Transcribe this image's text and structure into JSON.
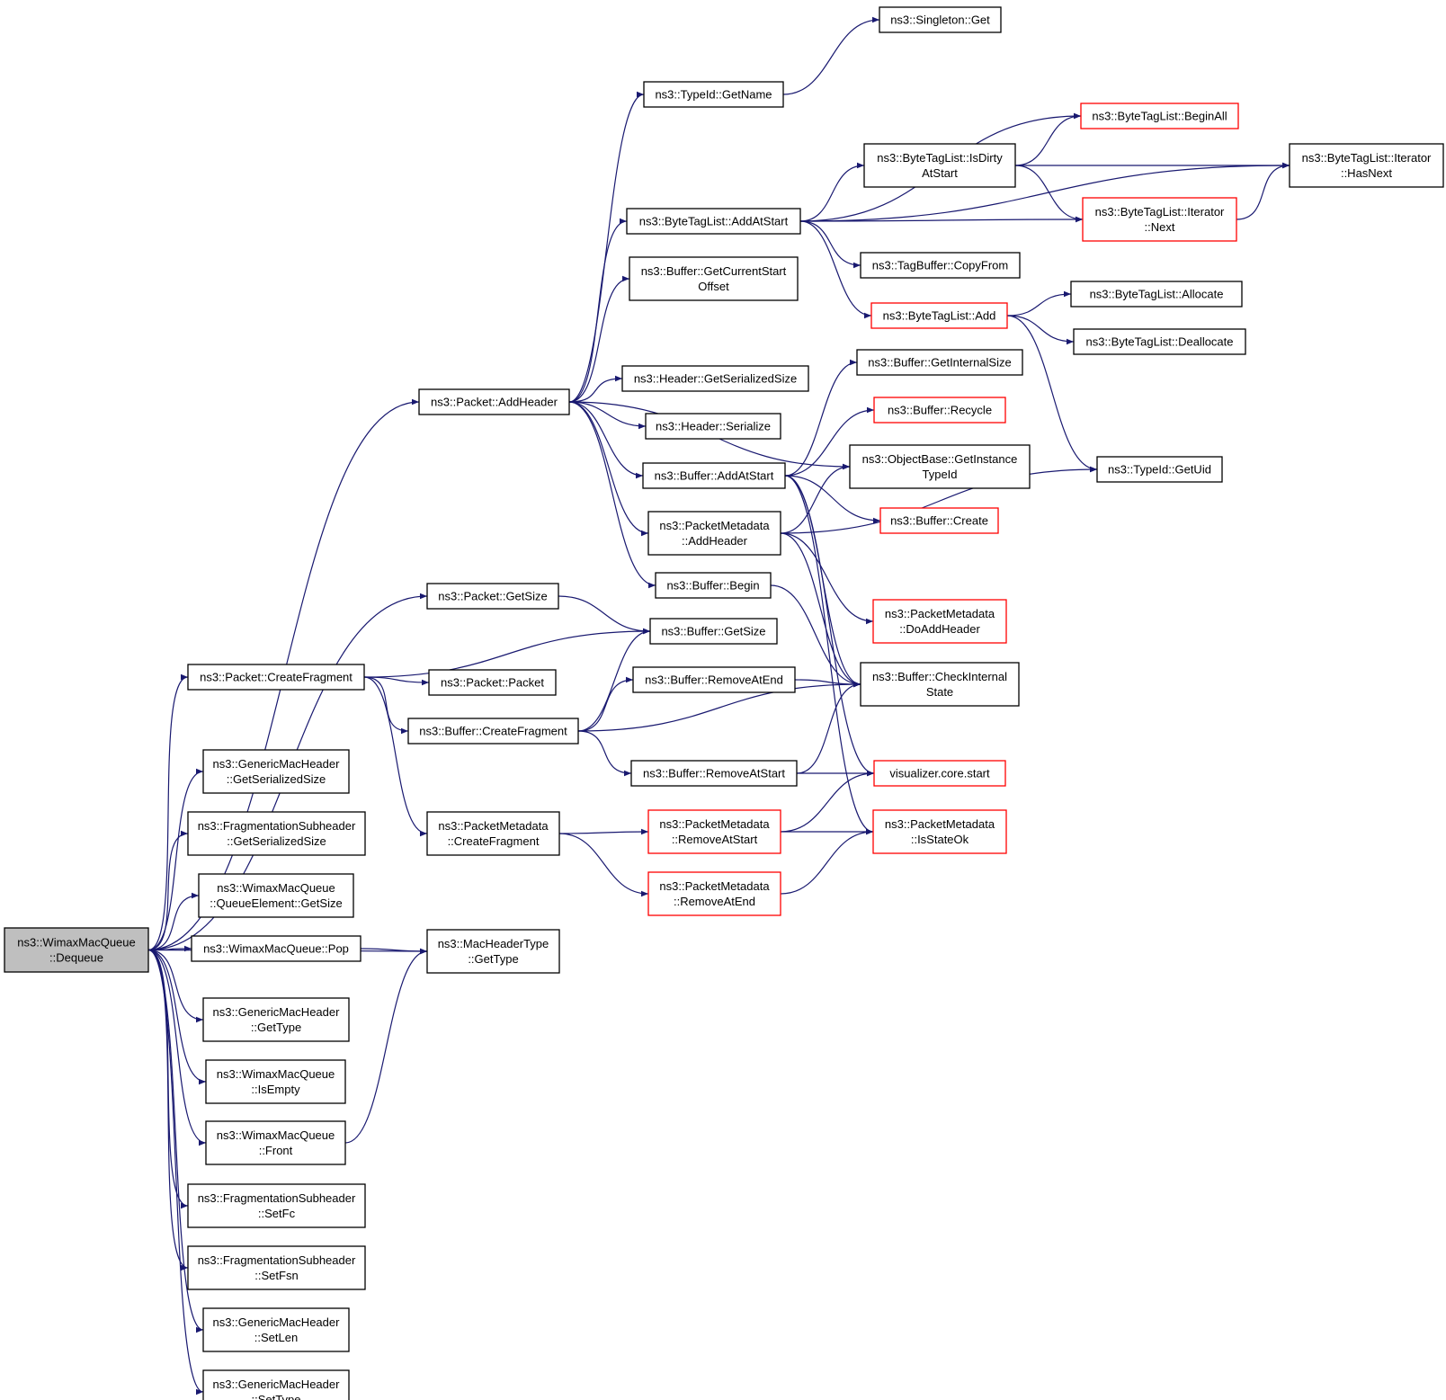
{
  "graph": {
    "edge_color": "#191970",
    "truncated_border_color": "#ff0000",
    "root_fill": "#bfbfbf",
    "nodes": {
      "dequeue": {
        "lines": [
          "ns3::WimaxMacQueue",
          "::Dequeue"
        ],
        "root": true
      },
      "pkt_addheader": {
        "lines": [
          "ns3::Packet::AddHeader"
        ]
      },
      "pkt_getsize": {
        "lines": [
          "ns3::Packet::GetSize"
        ]
      },
      "pkt_createfrag": {
        "lines": [
          "ns3::Packet::CreateFragment"
        ]
      },
      "gmh_getser": {
        "lines": [
          "ns3::GenericMacHeader",
          "::GetSerializedSize"
        ]
      },
      "fsh_getser": {
        "lines": [
          "ns3::FragmentationSubheader",
          "::GetSerializedSize"
        ]
      },
      "qe_getsize": {
        "lines": [
          "ns3::WimaxMacQueue",
          "::QueueElement::GetSize"
        ]
      },
      "wmq_pop": {
        "lines": [
          "ns3::WimaxMacQueue::Pop"
        ]
      },
      "gmh_gettype": {
        "lines": [
          "ns3::GenericMacHeader",
          "::GetType"
        ]
      },
      "wmq_isempty": {
        "lines": [
          "ns3::WimaxMacQueue",
          "::IsEmpty"
        ]
      },
      "wmq_front": {
        "lines": [
          "ns3::WimaxMacQueue",
          "::Front"
        ]
      },
      "fsh_setfc": {
        "lines": [
          "ns3::FragmentationSubheader",
          "::SetFc"
        ]
      },
      "fsh_setfsn": {
        "lines": [
          "ns3::FragmentationSubheader",
          "::SetFsn"
        ]
      },
      "gmh_setlen": {
        "lines": [
          "ns3::GenericMacHeader",
          "::SetLen"
        ]
      },
      "gmh_settype": {
        "lines": [
          "ns3::GenericMacHeader",
          "::SetType"
        ]
      },
      "pkt_packet": {
        "lines": [
          "ns3::Packet::Packet"
        ]
      },
      "buf_createfrag": {
        "lines": [
          "ns3::Buffer::CreateFragment"
        ]
      },
      "pm_createfrag": {
        "lines": [
          "ns3::PacketMetadata",
          "::CreateFragment"
        ]
      },
      "mht_gettype": {
        "lines": [
          "ns3::MacHeaderType",
          "::GetType"
        ]
      },
      "typeid_getname": {
        "lines": [
          "ns3::TypeId::GetName"
        ]
      },
      "btl_addatstart": {
        "lines": [
          "ns3::ByteTagList::AddAtStart"
        ]
      },
      "buf_getcso": {
        "lines": [
          "ns3::Buffer::GetCurrentStart",
          "Offset"
        ]
      },
      "hdr_getser": {
        "lines": [
          "ns3::Header::GetSerializedSize"
        ]
      },
      "hdr_serialize": {
        "lines": [
          "ns3::Header::Serialize"
        ]
      },
      "buf_addatstart": {
        "lines": [
          "ns3::Buffer::AddAtStart"
        ]
      },
      "pm_addheader": {
        "lines": [
          "ns3::PacketMetadata",
          "::AddHeader"
        ]
      },
      "buf_begin": {
        "lines": [
          "ns3::Buffer::Begin"
        ]
      },
      "buf_getsize": {
        "lines": [
          "ns3::Buffer::GetSize"
        ]
      },
      "buf_removeatend": {
        "lines": [
          "ns3::Buffer::RemoveAtEnd"
        ]
      },
      "buf_removeatstart": {
        "lines": [
          "ns3::Buffer::RemoveAtStart"
        ]
      },
      "pm_removeatstart": {
        "lines": [
          "ns3::PacketMetadata",
          "::RemoveAtStart"
        ],
        "truncated": true
      },
      "pm_removeatend": {
        "lines": [
          "ns3::PacketMetadata",
          "::RemoveAtEnd"
        ],
        "truncated": true
      },
      "singleton_get": {
        "lines": [
          "ns3::Singleton::Get"
        ]
      },
      "btl_isdirty": {
        "lines": [
          "ns3::ByteTagList::IsDirty",
          "AtStart"
        ]
      },
      "tagbuf_copyfrom": {
        "lines": [
          "ns3::TagBuffer::CopyFrom"
        ]
      },
      "btl_add": {
        "lines": [
          "ns3::ByteTagList::Add"
        ],
        "truncated": true
      },
      "buf_getinternalsize": {
        "lines": [
          "ns3::Buffer::GetInternalSize"
        ]
      },
      "buf_recycle": {
        "lines": [
          "ns3::Buffer::Recycle"
        ],
        "truncated": true
      },
      "ob_getinstancetypeid": {
        "lines": [
          "ns3::ObjectBase::GetInstance",
          "TypeId"
        ]
      },
      "buf_create": {
        "lines": [
          "ns3::Buffer::Create"
        ],
        "truncated": true
      },
      "pm_doaddheader": {
        "lines": [
          "ns3::PacketMetadata",
          "::DoAddHeader"
        ],
        "truncated": true
      },
      "buf_checkinternal": {
        "lines": [
          "ns3::Buffer::CheckInternal",
          "State"
        ]
      },
      "vis_start": {
        "lines": [
          "visualizer.core.start"
        ],
        "truncated": true
      },
      "pm_isstateok": {
        "lines": [
          "ns3::PacketMetadata",
          "::IsStateOk"
        ],
        "truncated": true
      },
      "btl_beginall": {
        "lines": [
          "ns3::ByteTagList::BeginAll"
        ],
        "truncated": true
      },
      "btl_iter_next": {
        "lines": [
          "ns3::ByteTagList::Iterator",
          "::Next"
        ],
        "truncated": true
      },
      "btl_allocate": {
        "lines": [
          "ns3::ByteTagList::Allocate"
        ]
      },
      "btl_deallocate": {
        "lines": [
          "ns3::ByteTagList::Deallocate"
        ]
      },
      "typeid_getuid": {
        "lines": [
          "ns3::TypeId::GetUid"
        ]
      },
      "btl_iter_hasnext": {
        "lines": [
          "ns3::ByteTagList::Iterator",
          "::HasNext"
        ]
      }
    },
    "edges": [
      [
        "dequeue",
        "pkt_addheader"
      ],
      [
        "dequeue",
        "pkt_getsize"
      ],
      [
        "dequeue",
        "pkt_createfrag"
      ],
      [
        "dequeue",
        "mht_gettype"
      ],
      [
        "dequeue",
        "gmh_getser"
      ],
      [
        "dequeue",
        "fsh_getser"
      ],
      [
        "dequeue",
        "qe_getsize"
      ],
      [
        "dequeue",
        "wmq_pop"
      ],
      [
        "dequeue",
        "gmh_gettype"
      ],
      [
        "dequeue",
        "wmq_isempty"
      ],
      [
        "dequeue",
        "wmq_front"
      ],
      [
        "dequeue",
        "fsh_setfc"
      ],
      [
        "dequeue",
        "fsh_setfsn"
      ],
      [
        "dequeue",
        "gmh_setlen"
      ],
      [
        "dequeue",
        "gmh_settype"
      ],
      [
        "wmq_pop",
        "mht_gettype"
      ],
      [
        "wmq_front",
        "mht_gettype"
      ],
      [
        "pkt_getsize",
        "buf_getsize"
      ],
      [
        "pkt_createfrag",
        "buf_getsize"
      ],
      [
        "pkt_createfrag",
        "pkt_packet"
      ],
      [
        "pkt_createfrag",
        "buf_createfrag"
      ],
      [
        "pkt_createfrag",
        "pm_createfrag"
      ],
      [
        "buf_createfrag",
        "buf_getsize"
      ],
      [
        "buf_createfrag",
        "buf_removeatend"
      ],
      [
        "buf_createfrag",
        "buf_checkinternal"
      ],
      [
        "buf_createfrag",
        "buf_removeatstart"
      ],
      [
        "buf_removeatend",
        "buf_checkinternal"
      ],
      [
        "buf_removeatstart",
        "buf_checkinternal"
      ],
      [
        "buf_removeatstart",
        "vis_start"
      ],
      [
        "pm_createfrag",
        "pm_removeatstart"
      ],
      [
        "pm_createfrag",
        "pm_removeatend"
      ],
      [
        "pm_removeatstart",
        "vis_start"
      ],
      [
        "pm_removeatstart",
        "pm_isstateok"
      ],
      [
        "pm_removeatend",
        "pm_isstateok"
      ],
      [
        "pkt_addheader",
        "typeid_getname"
      ],
      [
        "pkt_addheader",
        "btl_addatstart"
      ],
      [
        "pkt_addheader",
        "buf_getcso"
      ],
      [
        "pkt_addheader",
        "hdr_getser"
      ],
      [
        "pkt_addheader",
        "hdr_serialize"
      ],
      [
        "pkt_addheader",
        "buf_addatstart"
      ],
      [
        "pkt_addheader",
        "pm_addheader"
      ],
      [
        "pkt_addheader",
        "buf_begin"
      ],
      [
        "pkt_addheader",
        "ob_getinstancetypeid"
      ],
      [
        "typeid_getname",
        "singleton_get"
      ],
      [
        "btl_addatstart",
        "btl_isdirty"
      ],
      [
        "btl_addatstart",
        "btl_beginall"
      ],
      [
        "btl_addatstart",
        "btl_iter_hasnext"
      ],
      [
        "btl_addatstart",
        "btl_iter_next"
      ],
      [
        "btl_addatstart",
        "tagbuf_copyfrom"
      ],
      [
        "btl_addatstart",
        "btl_add"
      ],
      [
        "btl_isdirty",
        "btl_beginall"
      ],
      [
        "btl_isdirty",
        "btl_iter_hasnext"
      ],
      [
        "btl_isdirty",
        "btl_iter_next"
      ],
      [
        "btl_iter_next",
        "btl_iter_hasnext"
      ],
      [
        "btl_add",
        "btl_allocate"
      ],
      [
        "btl_add",
        "btl_deallocate"
      ],
      [
        "btl_add",
        "typeid_getuid"
      ],
      [
        "buf_addatstart",
        "buf_getinternalsize"
      ],
      [
        "buf_addatstart",
        "buf_recycle"
      ],
      [
        "buf_addatstart",
        "buf_create"
      ],
      [
        "buf_addatstart",
        "buf_checkinternal"
      ],
      [
        "buf_addatstart",
        "vis_start"
      ],
      [
        "buf_addatstart",
        "pm_isstateok"
      ],
      [
        "pm_addheader",
        "ob_getinstancetypeid"
      ],
      [
        "pm_addheader",
        "typeid_getuid"
      ],
      [
        "pm_addheader",
        "pm_doaddheader"
      ],
      [
        "pm_addheader",
        "buf_checkinternal"
      ],
      [
        "buf_begin",
        "buf_checkinternal"
      ]
    ]
  }
}
